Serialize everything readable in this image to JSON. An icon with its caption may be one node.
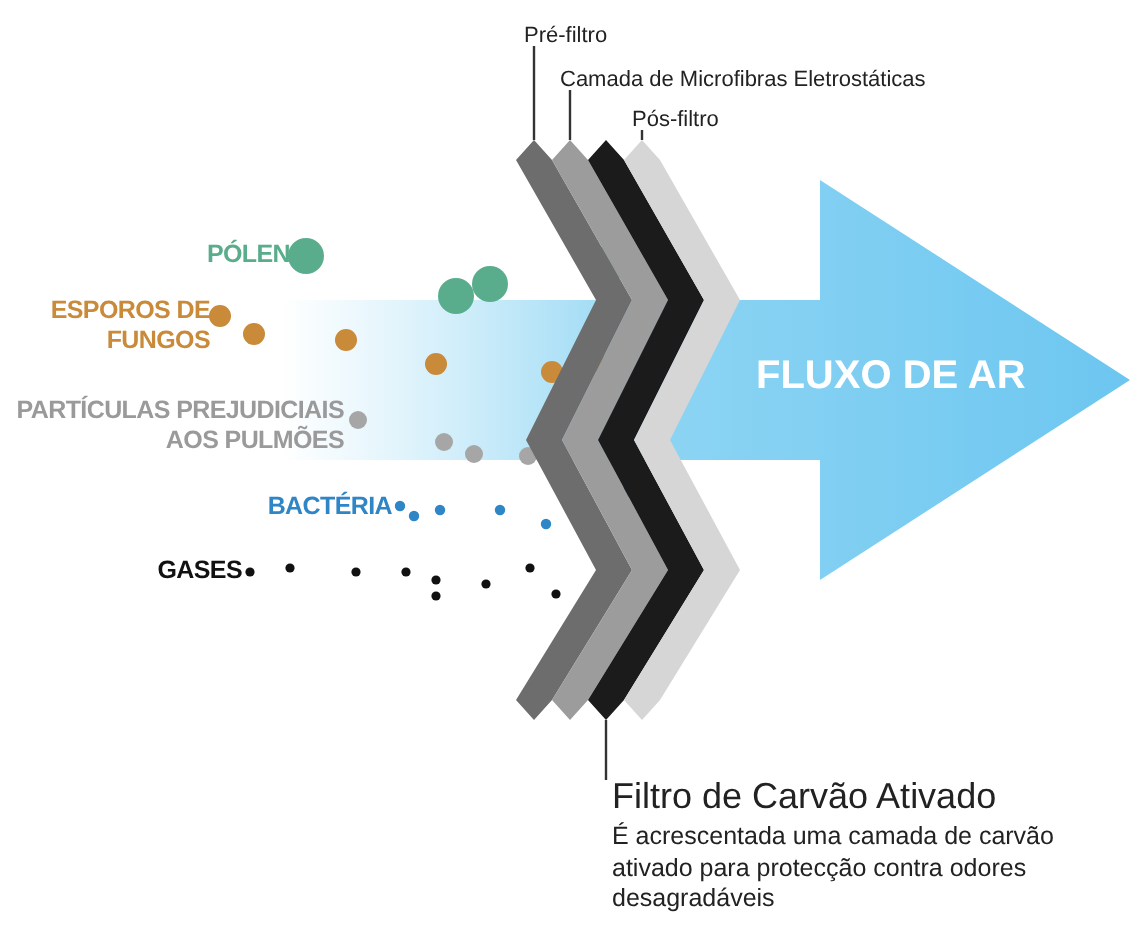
{
  "diagram": {
    "nodes": [
      {
        "text": [
          "Pré-filtro"
        ]
      },
      {
        "text": [
          "Camada de Microfibras Eletrostáticas"
        ]
      },
      {
        "text": [
          "Pós-filtro"
        ]
      },
      {
        "text": [
          "Filtro de Carvão Ativado",
          "É acrescentada uma camada de carvão ativado para protecção contra odores desagradáveis"
        ]
      },
      {
        "text": [],
        "shape": "chevron"
      },
      {
        "text": [],
        "shape": "chevron"
      },
      {
        "text": [],
        "shape": "chevron"
      },
      {
        "text": [],
        "shape": "chevron"
      },
      {
        "text": [
          "FLUXO DE AR"
        ]
      }
    ],
    "edges": [
      {
        "from": 0,
        "to": 4,
        "arrow": "none"
      },
      {
        "from": 1,
        "to": 5,
        "arrow": "none"
      },
      {
        "from": 2,
        "to": 7,
        "arrow": "none"
      },
      {
        "from": 3,
        "to": 6,
        "arrow": "none"
      }
    ],
    "labels": [
      "PÓLEN",
      "ESPOROS DE FUNGOS",
      "PARTÍCULAS PREJUDICIAIS AOS PULMÕES",
      "BACTÉRIA",
      "GASES"
    ]
  }
}
